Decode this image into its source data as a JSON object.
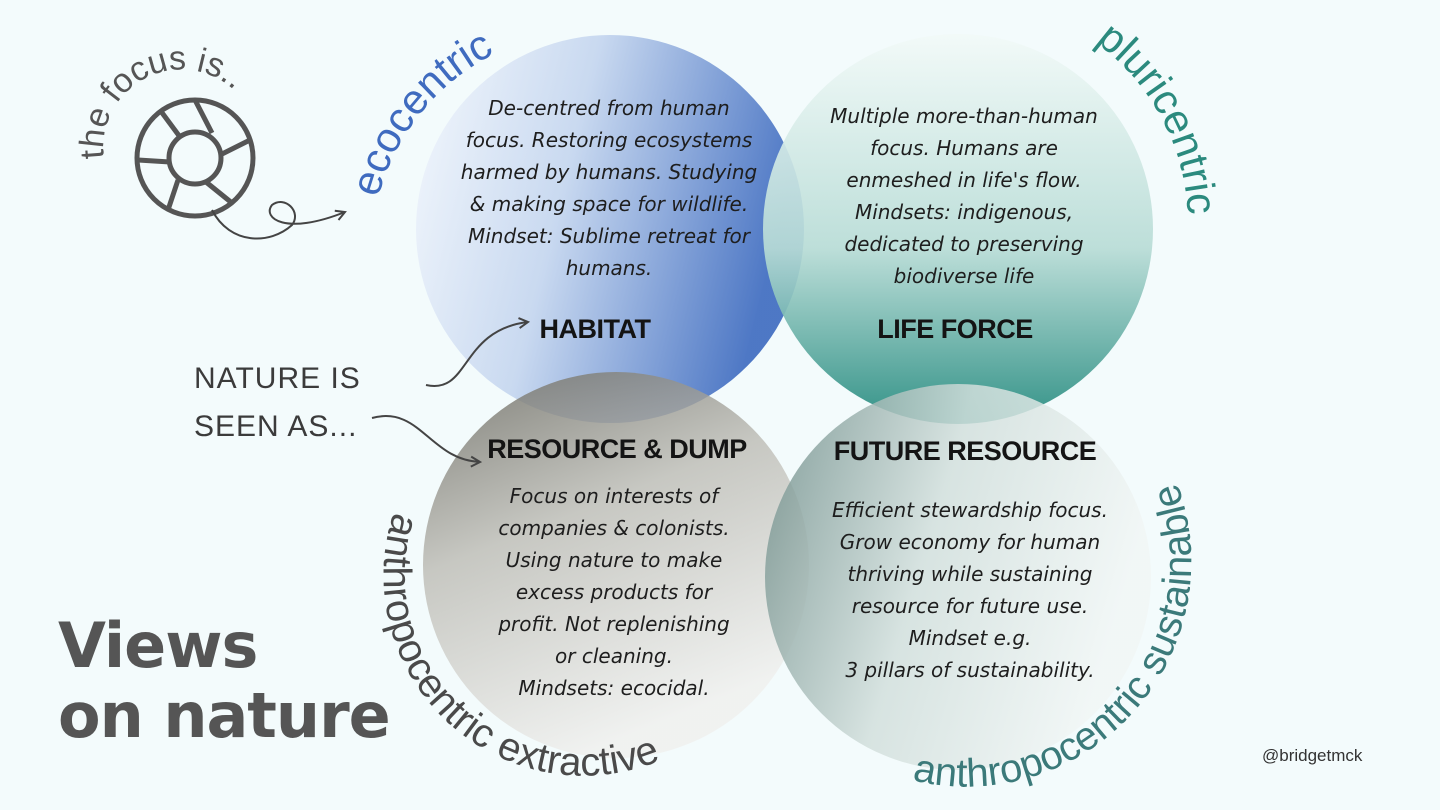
{
  "logo": {
    "text": "the focus is..."
  },
  "nature_label": {
    "line1": "NATURE IS",
    "line2": "SEEN AS..."
  },
  "title": {
    "line1": "Views",
    "line2": "on nature"
  },
  "handle": "@bridgetmck",
  "quadrants": {
    "habitat": {
      "title": "HABITAT",
      "arc_label": "ecocentric",
      "lines": [
        "De-centred from human",
        "focus. Restoring ecosystems",
        "harmed by humans. Studying",
        "& making space for wildlife.",
        "Mindset: Sublime retreat for",
        "humans."
      ]
    },
    "life_force": {
      "title": "LIFE FORCE",
      "arc_label": "pluricentric",
      "lines": [
        "Multiple more-than-human",
        "focus. Humans are",
        "enmeshed in life's flow.",
        "Mindsets: indigenous,",
        "dedicated to preserving",
        "biodiverse life"
      ]
    },
    "resource_dump": {
      "title": "RESOURCE & DUMP",
      "arc_label": "anthropocentric extractive",
      "lines": [
        "Focus on interests of",
        "companies & colonists.",
        "Using nature to make",
        "excess products for",
        "profit. Not replenishing",
        "or cleaning.",
        "Mindsets: ecocidal."
      ]
    },
    "future_resource": {
      "title": "FUTURE RESOURCE",
      "arc_label": "anthropocentric sustainable",
      "lines": [
        "Efficient stewardship focus.",
        "Grow economy for human",
        "thriving while sustaining",
        "resource for future use.",
        "Mindset e.g.",
        "3 pillars of sustainability."
      ]
    }
  },
  "colors": {
    "ecocentric": "#3f6bbf",
    "pluricentric": "#2b8a7e",
    "extractive": "#4a4a4a",
    "sustainable": "#3b7a7a",
    "background": "#f3fbfc"
  }
}
